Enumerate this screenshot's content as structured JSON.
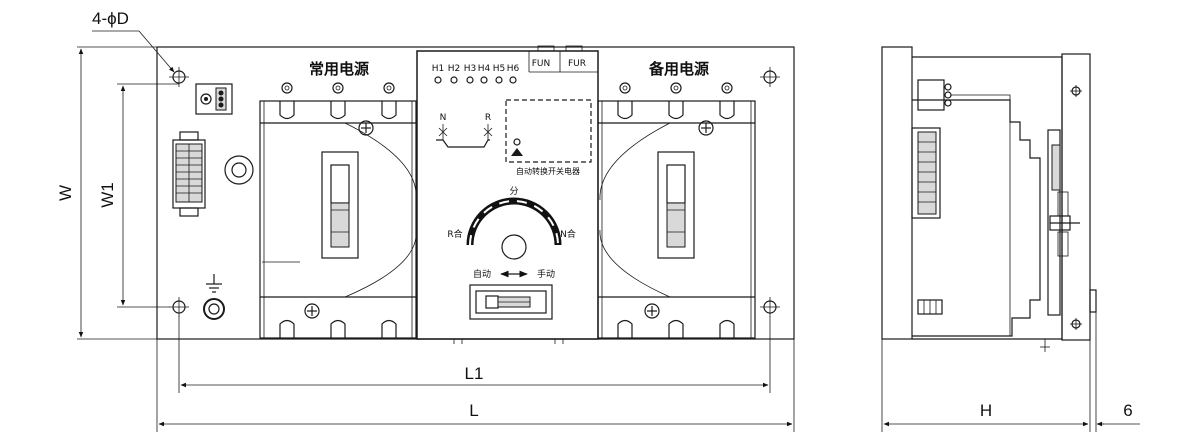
{
  "dimensions": {
    "hole_callout": "4-ϕD",
    "width": "W",
    "width_mounting": "W1",
    "length_mounting": "L1",
    "length": "L",
    "height": "H",
    "offset": "6"
  },
  "labels": {
    "normal_power": "常用电源",
    "backup_power": "备用电源",
    "device_name": "自动转换开关电器",
    "indicators": [
      "H1",
      "H2",
      "H3",
      "H4",
      "H5",
      "H6"
    ],
    "fun": "FUN",
    "fur": "FUR",
    "switch_n": "N",
    "switch_r": "R",
    "dial_center": "分",
    "dial_left": "R合",
    "dial_right": "N合",
    "mode_auto": "自动",
    "mode_manual": "手动"
  }
}
